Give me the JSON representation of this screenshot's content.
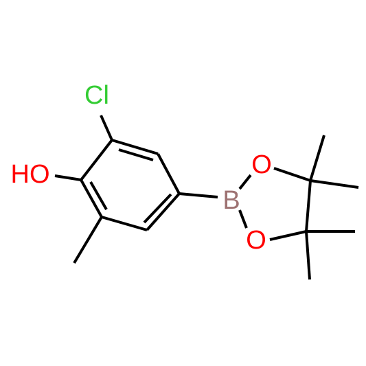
{
  "molecule": {
    "atoms": {
      "cl": {
        "label": "Cl",
        "color": "#33cc33"
      },
      "oh": {
        "label": "HO",
        "color": "#ff0000"
      },
      "boron": {
        "label": "B",
        "color": "#9e7272"
      },
      "o_upper": {
        "label": "O",
        "color": "#ff0000"
      },
      "o_lower": {
        "label": "O",
        "color": "#ff0000"
      }
    },
    "bond_color": "#000000",
    "background": "#ffffff"
  }
}
